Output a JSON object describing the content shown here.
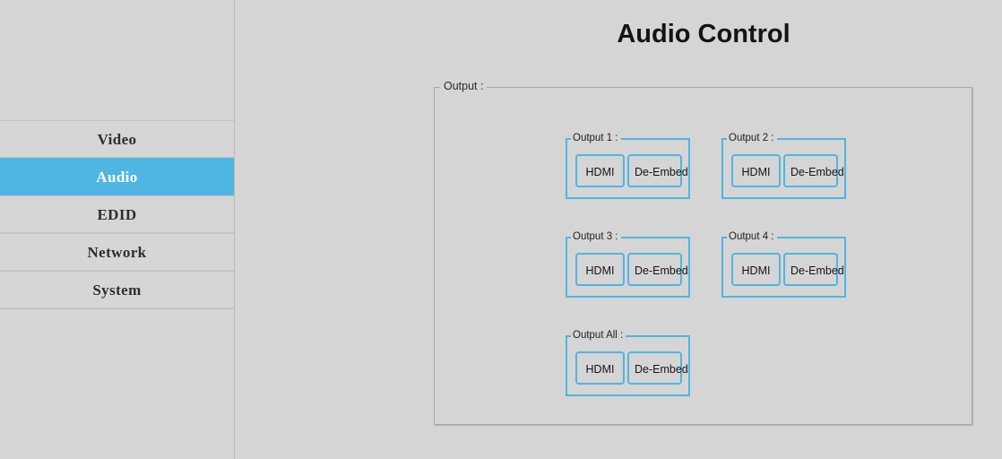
{
  "sidebar": {
    "items": [
      {
        "id": "video",
        "label": "Video",
        "active": false
      },
      {
        "id": "audio",
        "label": "Audio",
        "active": true
      },
      {
        "id": "edid",
        "label": "EDID",
        "active": false
      },
      {
        "id": "network",
        "label": "Network",
        "active": false
      },
      {
        "id": "system",
        "label": "System",
        "active": false
      }
    ]
  },
  "main": {
    "title": "Audio Control",
    "panel": {
      "legend": "Output :",
      "groups": [
        {
          "id": "o1",
          "legend": "Output 1 :",
          "buttons": {
            "hdmi": "HDMI",
            "deembed": "De-Embed"
          }
        },
        {
          "id": "o2",
          "legend": "Output 2 :",
          "buttons": {
            "hdmi": "HDMI",
            "deembed": "De-Embed"
          }
        },
        {
          "id": "o3",
          "legend": "Output 3 :",
          "buttons": {
            "hdmi": "HDMI",
            "deembed": "De-Embed"
          }
        },
        {
          "id": "o4",
          "legend": "Output 4 :",
          "buttons": {
            "hdmi": "HDMI",
            "deembed": "De-Embed"
          }
        },
        {
          "id": "oa",
          "legend": "Output All :",
          "buttons": {
            "hdmi": "HDMI",
            "deembed": "De-Embed"
          }
        }
      ]
    }
  },
  "colors": {
    "accent_blue": "#4fb5e3",
    "page_background": "#d5d5d5",
    "panel_border": "#a9a9a9",
    "text": "#151515",
    "active_nav_text": "#ffffff"
  }
}
